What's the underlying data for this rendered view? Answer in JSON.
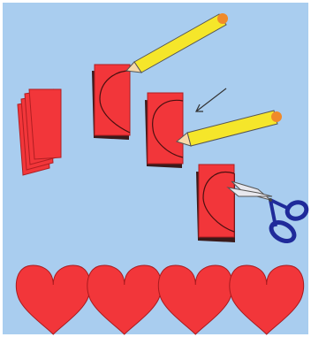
{
  "illustration": {
    "background_color": "#a9cdef",
    "paper_color": "#f2363a",
    "paper_edge_color": "#3a1a1a",
    "pencil_body_color": "#f5e62a",
    "pencil_tip_color": "#f7d9a8",
    "pencil_eraser_color": "#f08a2a",
    "scissors_handle_color": "#1f2a9a",
    "heart_color": "#f2363a",
    "steps": [
      "stacked-folded-paper",
      "draw-half-heart",
      "traced-outline-arrow",
      "cut-along-line",
      "heart-garland"
    ],
    "garland_heart_count": 4
  }
}
